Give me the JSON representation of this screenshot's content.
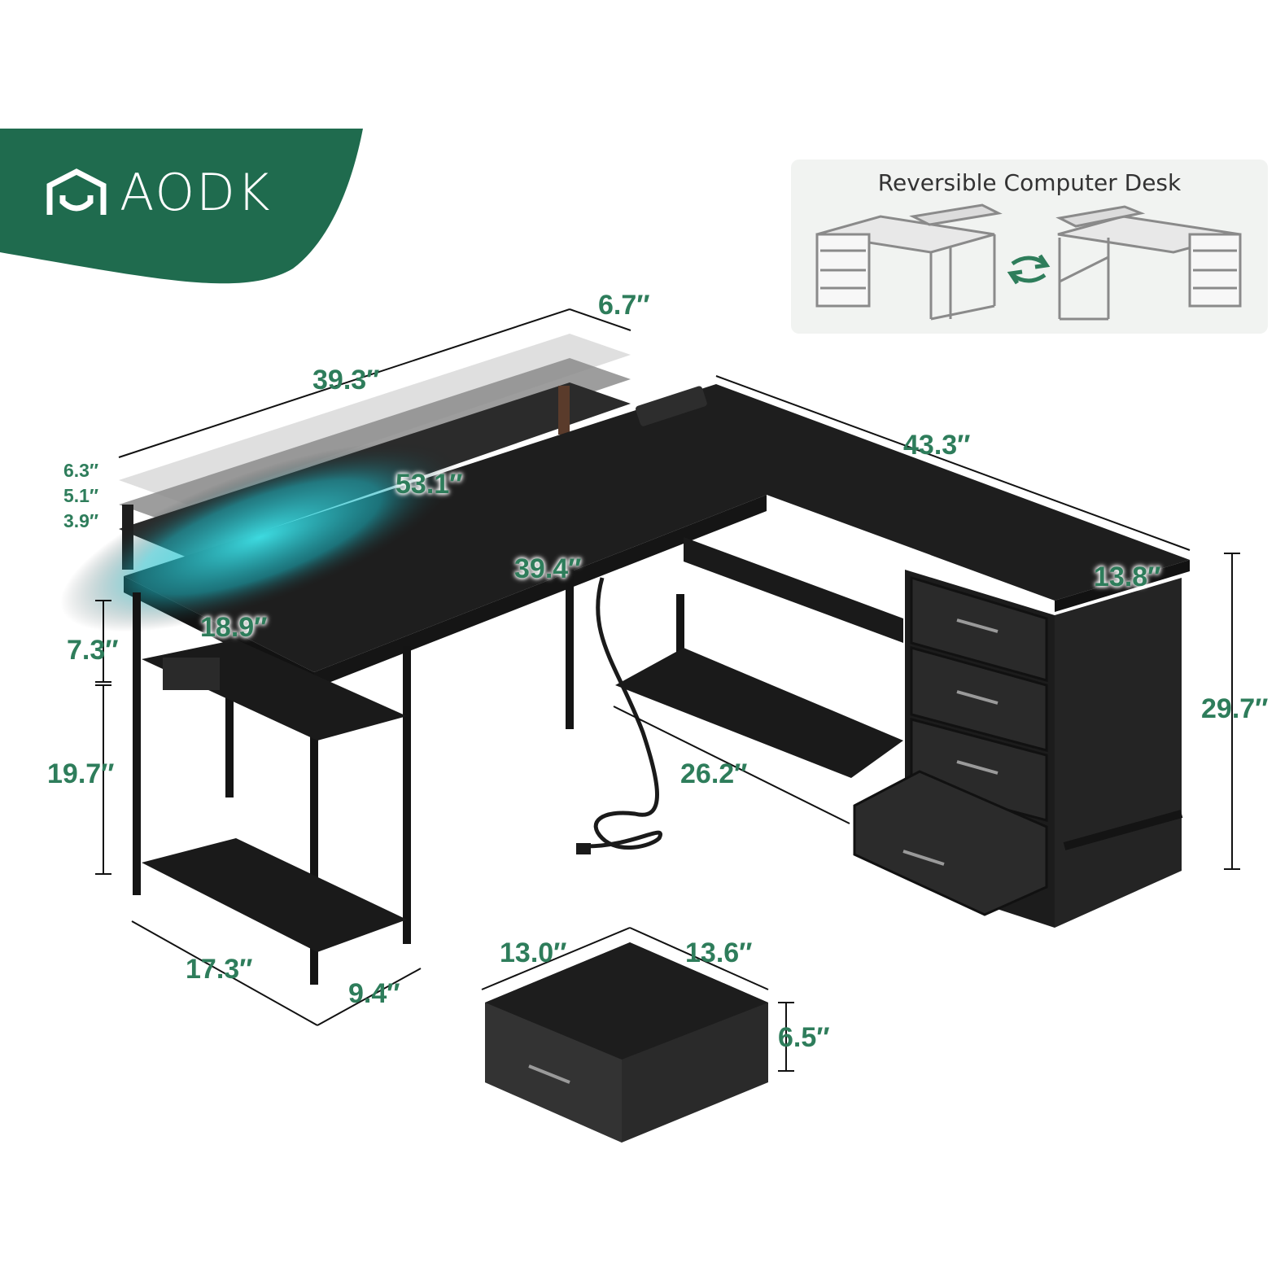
{
  "brand": {
    "name": "AODK",
    "color": "#1f6b4e"
  },
  "reversible_panel": {
    "title": "Reversible Computer Desk",
    "swap_icon": "swap-arrows-icon"
  },
  "dimensions": {
    "riser_depth": "6.7″",
    "riser_length": "39.3″",
    "riser_height_top": "6.3″",
    "riser_height_mid": "5.1″",
    "riser_height_low": "3.9″",
    "desk_length": "53.1″",
    "return_length": "43.3″",
    "inner_length": "39.4″",
    "return_depth": "13.8″",
    "desk_depth": "18.9″",
    "drawer_space_height": "7.3″",
    "shelf_height": "19.7″",
    "desk_height": "29.7″",
    "leg_room": "26.2″",
    "side_shelf_depth": "17.3″",
    "side_shelf_width": "9.4″",
    "drawer_depth": "13.0″",
    "drawer_width": "13.6″",
    "drawer_height": "6.5″"
  },
  "colors": {
    "accent": "#2e7d5b",
    "desk_black": "#1e1e1e",
    "led_cyan": "#3fe4ea",
    "panel_bg": "#f1f3f1"
  }
}
